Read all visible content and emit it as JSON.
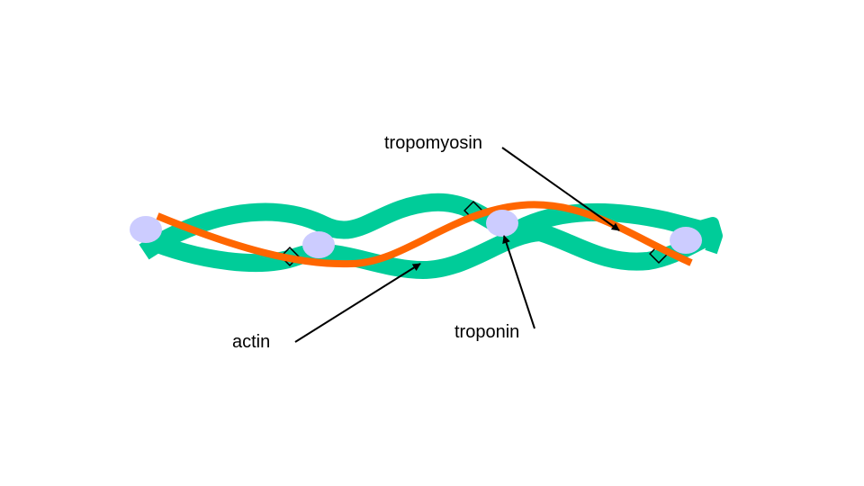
{
  "labels": {
    "tropomyosin": "tropomyosin",
    "actin": "actin",
    "troponin": "troponin"
  },
  "colors": {
    "actin_strand": "#00cc99",
    "tropomyosin_strand": "#ff6600",
    "troponin_blob": "#ccccff",
    "arrow": "#000000"
  }
}
